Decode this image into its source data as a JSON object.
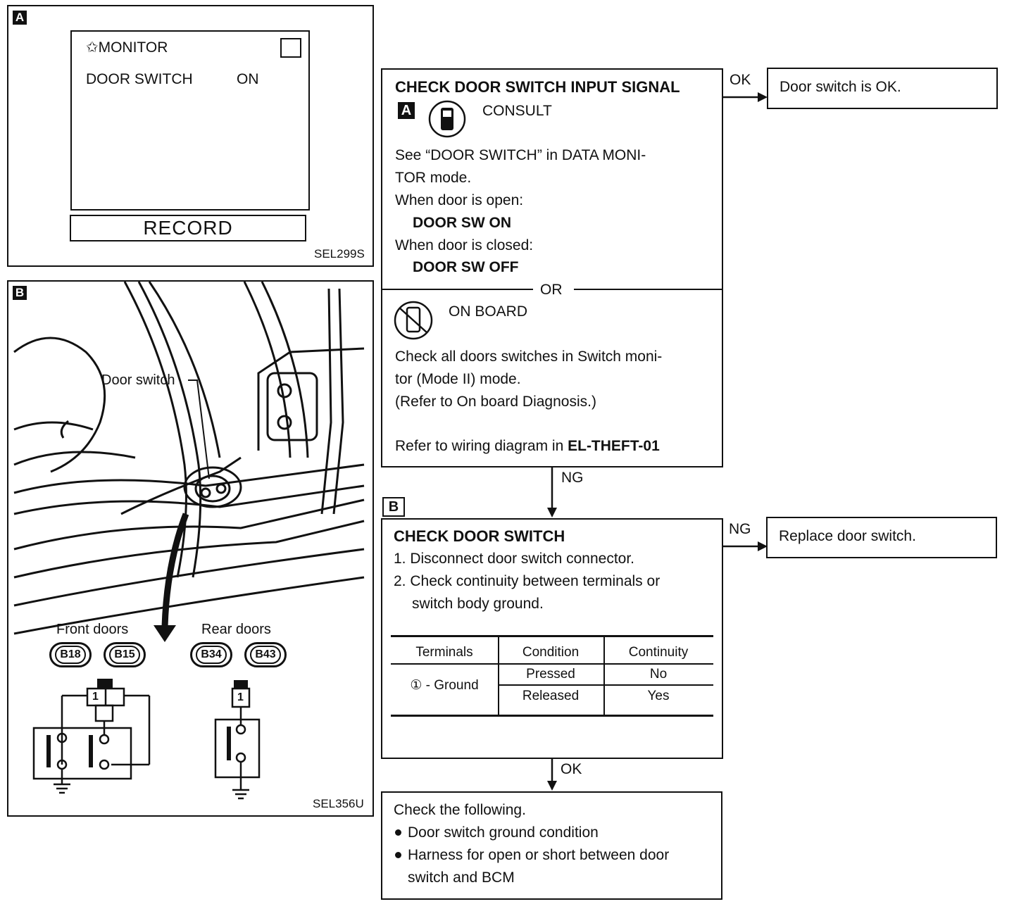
{
  "panel_a": {
    "tag": "A",
    "monitor_label": "✩MONITOR",
    "item_label": "DOOR SWITCH",
    "item_value": "ON",
    "record_button": "RECORD",
    "code": "SEL299S"
  },
  "panel_b": {
    "tag": "B",
    "door_switch_label": "Door switch",
    "front_doors_label": "Front doors",
    "rear_doors_label": "Rear doors",
    "connectors": [
      "B18",
      "B15",
      "B34",
      "B43"
    ],
    "pin_label": "1",
    "code": "SEL356U"
  },
  "flow": {
    "step1": {
      "title": "CHECK DOOR SWITCH INPUT SIGNAL",
      "tag": "A",
      "consult_label": "CONSULT",
      "line1": "See “DOOR SWITCH” in DATA MONI-",
      "line2": "TOR mode.",
      "line3": "When door is open:",
      "line4": "DOOR SW ON",
      "line5": "When door is closed:",
      "line6": "DOOR SW OFF",
      "or_label": "OR",
      "onboard_label": "ON BOARD",
      "line7": "Check all doors switches in Switch moni-",
      "line8": "tor (Mode II) mode.",
      "line9": "(Refer to On board Diagnosis.)",
      "line10_prefix": "Refer to wiring diagram in ",
      "line10_bold": "EL-THEFT-01"
    },
    "ok1_label": "OK",
    "ok1_result": "Door switch is OK.",
    "ng1_label": "NG",
    "step2": {
      "tag": "B",
      "title": "CHECK DOOR SWITCH",
      "line1": "1. Disconnect door switch connector.",
      "line2": "2. Check continuity between terminals or",
      "line3": "switch body ground.",
      "table": {
        "headers": [
          "Terminals",
          "Condition",
          "Continuity"
        ],
        "terminal": "① - Ground",
        "rows": [
          {
            "condition": "Pressed",
            "continuity": "No"
          },
          {
            "condition": "Released",
            "continuity": "Yes"
          }
        ]
      }
    },
    "ng2_label": "NG",
    "ng2_result": "Replace door switch.",
    "ok2_label": "OK",
    "step3": {
      "line1": "Check the following.",
      "bullet1": "Door switch ground condition",
      "bullet2a": "Harness for open or short between door",
      "bullet2b": "switch and BCM"
    }
  }
}
